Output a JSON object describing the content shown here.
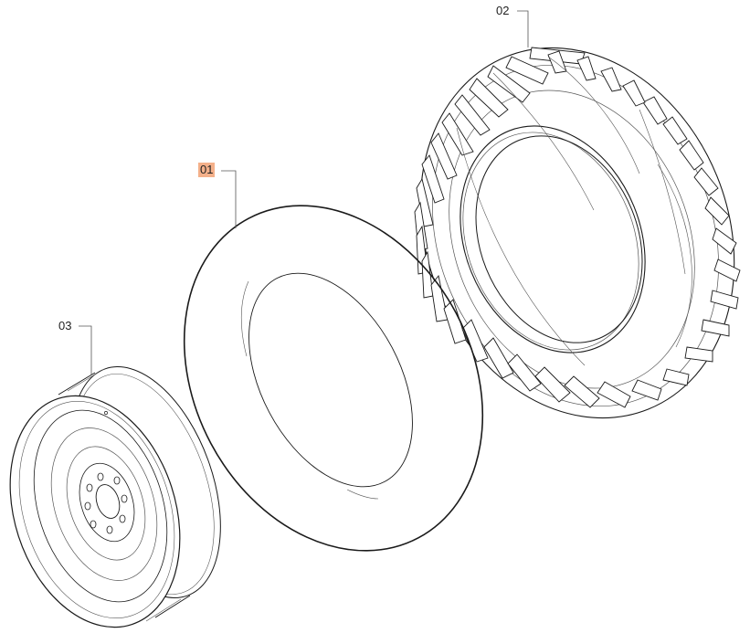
{
  "callouts": [
    {
      "id": "01",
      "label": "01",
      "part": "inner-tube",
      "highlighted": true
    },
    {
      "id": "02",
      "label": "02",
      "part": "tyre",
      "highlighted": false
    },
    {
      "id": "03",
      "label": "03",
      "part": "wheel-rim",
      "highlighted": false
    }
  ],
  "colors": {
    "line": "#1a1a1a",
    "thin_line": "#555555",
    "highlight": "#f4b08a",
    "background": "#ffffff"
  }
}
